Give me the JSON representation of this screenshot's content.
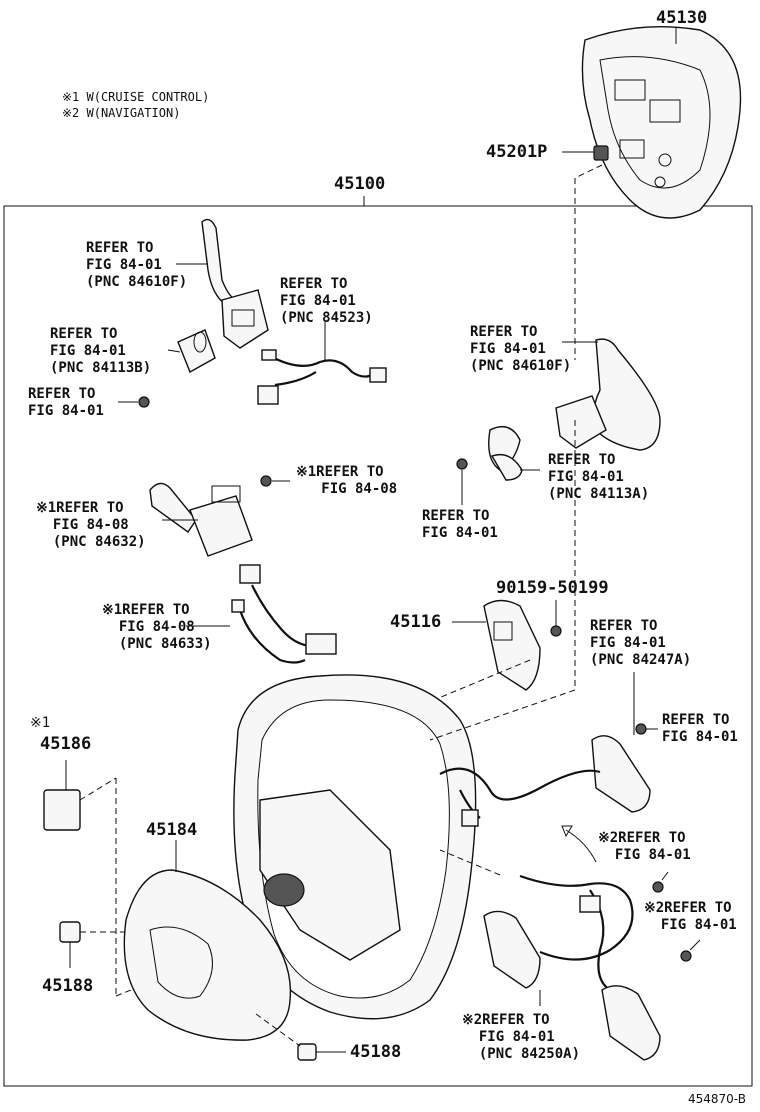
{
  "notes": {
    "note1": "※1 W(CRUISE CONTROL)",
    "note2": "※2 W(NAVIGATION)"
  },
  "part_numbers": {
    "p45130": "45130",
    "p45201p": "45201P",
    "p45100": "45100",
    "p45116": "45116",
    "p90159": "90159-50199",
    "p45186": "45186",
    "p45186_mark": "※1",
    "p45184": "45184",
    "p45188_left": "45188",
    "p45188_bottom": "45188"
  },
  "refs": {
    "r1": "REFER TO\nFIG 84-01\n(PNC 84610F)",
    "r2": "REFER TO\nFIG 84-01\n(PNC 84523)",
    "r3": "REFER TO\nFIG 84-01\n(PNC 84113B)",
    "r4": "REFER TO\nFIG 84-01",
    "r5": "REFER TO\nFIG 84-01\n(PNC 84610F)",
    "r6": "REFER TO\nFIG 84-01\n(PNC 84113A)",
    "r7": "REFER TO\nFIG 84-01",
    "r8": "※1REFER TO\n   FIG 84-08",
    "r9": "※1REFER TO\n  FIG 84-08\n  (PNC 84632)",
    "r10": "※1REFER TO\n  FIG 84-08\n  (PNC 84633)",
    "r11": "REFER TO\nFIG 84-01\n(PNC 84247A)",
    "r12": "REFER TO\nFIG 84-01",
    "r13": "※2REFER TO\n  FIG 84-01",
    "r14": "※2REFER TO\n  FIG 84-01",
    "r15": "※2REFER TO\n  FIG 84-01\n  (PNC 84250A)"
  },
  "figure_id": "454870-B"
}
